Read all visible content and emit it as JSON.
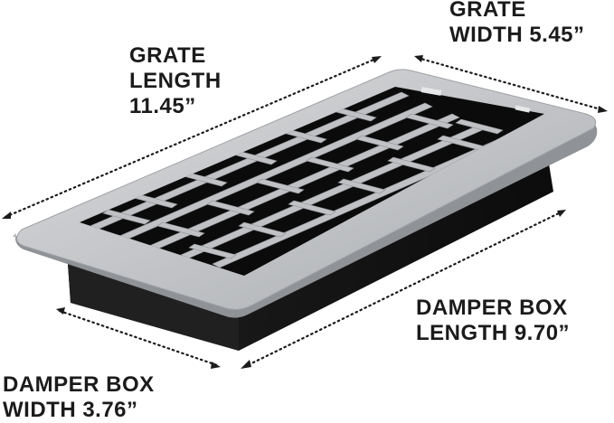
{
  "labels": {
    "grate_length": {
      "line1": "GRATE",
      "line2": "LENGTH",
      "line3": "11.45”"
    },
    "grate_width": {
      "line1": "GRATE",
      "line2": "WIDTH 5.45”"
    },
    "damper_length": {
      "line1": "DAMPER BOX",
      "line2": "LENGTH 9.70”"
    },
    "damper_width": {
      "line1": "DAMPER BOX",
      "line2": "WIDTH 3.76”"
    }
  },
  "colors": {
    "text": "#1b1b1b",
    "grate_face": "#c9cbce",
    "grate_edge": "#9ea1a5",
    "damper_box": "#141414",
    "vent_slots": "#0b0b0b",
    "dimension_line": "#1b1b1b"
  }
}
